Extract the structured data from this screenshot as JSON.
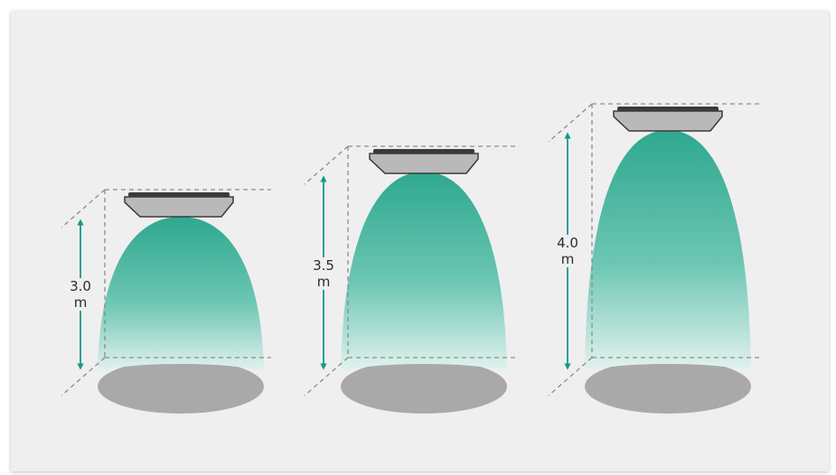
{
  "colors": {
    "background": "#efeff0",
    "beam": "#2ea88f",
    "arrow": "#14998a",
    "fixture": "#b9b9b9",
    "floor_spot": "#a9a9a9",
    "guide_lines": "#8c8c8c"
  },
  "fixtures": [
    {
      "height_value": "3.0",
      "unit": "m",
      "icon": "ceiling-light-icon"
    },
    {
      "height_value": "3.5",
      "unit": "m",
      "icon": "ceiling-light-icon"
    },
    {
      "height_value": "4.0",
      "unit": "m",
      "icon": "ceiling-light-icon"
    }
  ]
}
